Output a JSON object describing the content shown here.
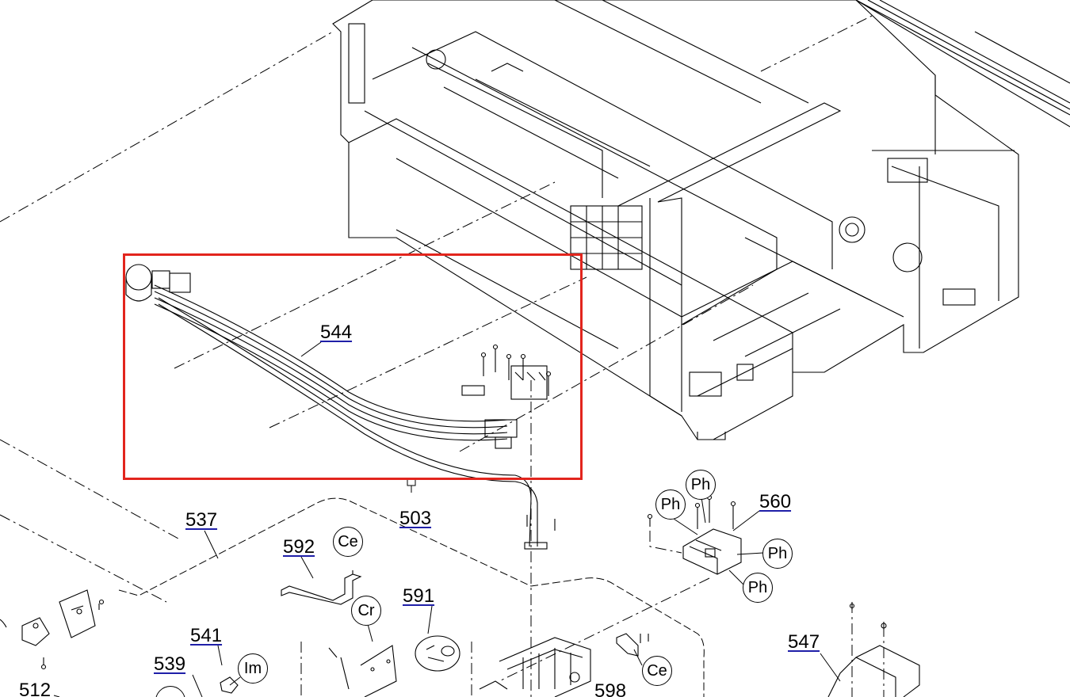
{
  "part_numbers": {
    "p544": "544",
    "p537": "537",
    "p503": "503",
    "p592": "592",
    "p591": "591",
    "p560": "560",
    "p541": "541",
    "p539": "539",
    "p547": "547",
    "p512": "512",
    "p598": "598"
  },
  "callouts": {
    "ph1": "Ph",
    "ph2": "Ph",
    "ph3": "Ph",
    "ph4": "Ph",
    "ce1": "Ce",
    "ce2": "Ce",
    "cr": "Cr",
    "im": "Im"
  },
  "colors": {
    "highlight": "#e2251d",
    "link_underline": "#1f1fa8",
    "line": "#000000"
  }
}
